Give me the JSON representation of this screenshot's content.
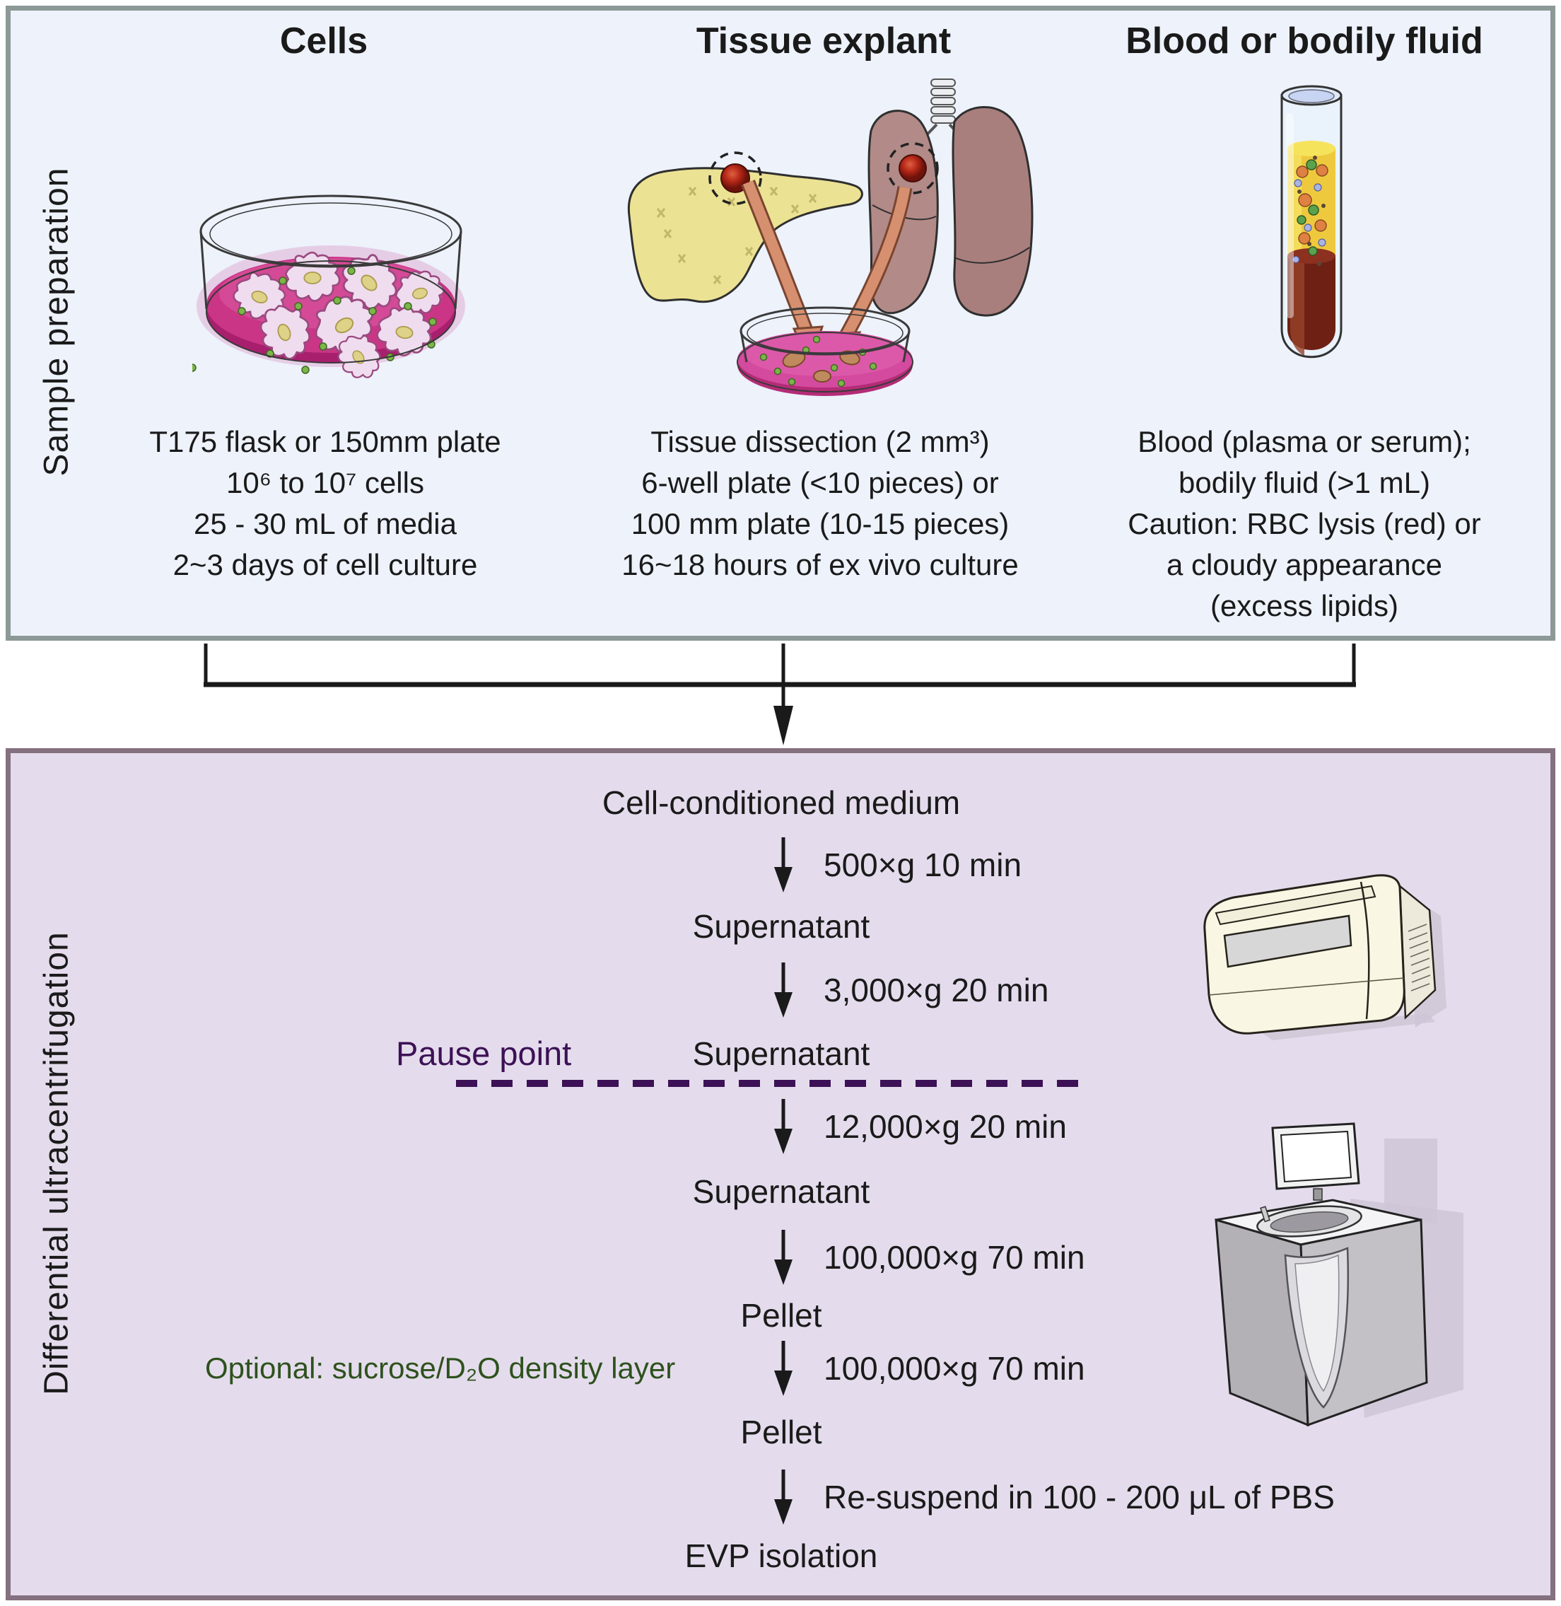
{
  "colors": {
    "top_panel_bg": "#edf2fb",
    "top_panel_border": "#8c9997",
    "bottom_panel_bg": "#e4dcec",
    "bottom_panel_border": "#84707f",
    "pause_purple": "#3d1156",
    "optional_green": "#2e511d",
    "media_pink": "#ca3585",
    "plasma_yellow": "#eec93d",
    "blood_red": "#6e2015",
    "text": "#1a1a1a"
  },
  "sample_preparation": {
    "side_label": "Sample preparation",
    "columns": [
      {
        "header": "Cells",
        "icon": "petri-dish-cells-icon",
        "lines": [
          "T175 flask or 150mm plate",
          "10⁶ to 10⁷ cells",
          "25 - 30 mL of media",
          "2~3 days of cell culture"
        ]
      },
      {
        "header": "Tissue explant",
        "icon": "organs-to-dish-icon",
        "lines": [
          "Tissue dissection (2 mm³)",
          "6-well plate (<10 pieces) or",
          "100 mm plate (10-15 pieces)",
          "16~18 hours of ex vivo culture"
        ]
      },
      {
        "header": "Blood or bodily fluid",
        "icon": "blood-tube-icon",
        "lines": [
          "Blood (plasma or serum);",
          "bodily fluid (>1 mL)",
          "Caution: RBC lysis (red) or",
          "a cloudy appearance",
          "(excess lipids)"
        ]
      }
    ]
  },
  "differential_ultracentrifugation": {
    "side_label": "Differential ultracentrifugation",
    "start": "Cell-conditioned medium",
    "pause_label": "Pause point",
    "optional_label": "Optional: sucrose/D₂O density layer",
    "icons": [
      "benchtop-centrifuge-icon",
      "ultracentrifuge-icon"
    ],
    "steps": [
      {
        "spin": "500×g 10 min",
        "result": "Supernatant"
      },
      {
        "spin": "3,000×g 20 min",
        "result": "Supernatant"
      },
      {
        "spin": "12,000×g 20 min",
        "result": "Supernatant"
      },
      {
        "spin": "100,000×g 70 min",
        "result": "Pellet"
      },
      {
        "spin": "100,000×g 70 min",
        "result": "Pellet"
      },
      {
        "spin": "Re-suspend in 100 - 200 μL of PBS",
        "result": "EVP isolation"
      }
    ]
  }
}
